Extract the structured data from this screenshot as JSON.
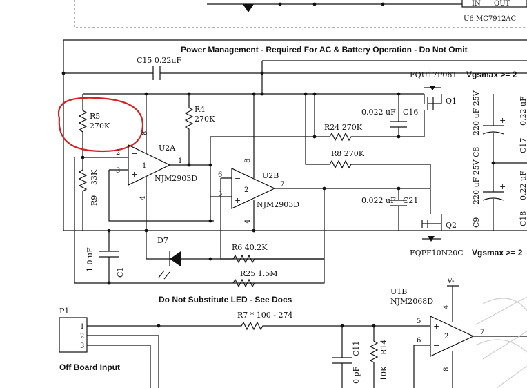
{
  "title": "Power Management - Required For AC & Battery Operation - Do Not Omit",
  "notes": {
    "led_note": "Do Not Substitute LED - See Docs",
    "vgs_top": "Vgsmax >= 2",
    "vgs_bottom": "Vgsmax >= 2",
    "off_board": "Off Board Input"
  },
  "regulator": {
    "ref": "U6  MC7912AC",
    "in": "IN",
    "out": "OUT"
  },
  "components": {
    "c15": "C15  0.22uF",
    "r5": "R5",
    "r5_val": "270K",
    "r4": "R4",
    "r4_val": "270K",
    "u2a": "U2A",
    "u2a_part": "NJM2903D",
    "u2b": "U2B",
    "u2b_part": "NJM2903D",
    "r9": "R9",
    "r9_val": "33K",
    "q1_part": "FQU17P06T",
    "q1": "Q1",
    "q2_part": "FQPF10N20C",
    "q2": "Q2",
    "c16": "C16",
    "c16_val": "0.022 uF",
    "c21": "C21",
    "c21_val": "0.022 uF",
    "r24": "R24  270K",
    "r8": "R8  270K",
    "c8": "C8",
    "c8_val": "220 uF 25V",
    "c9": "C9",
    "c9_val": "220 uF 25V",
    "c17": "C17",
    "c17_val": "0.22 uF",
    "c18": "C18",
    "c18_val": "0.22 uF",
    "d7": "D7",
    "r6": "R6  40.2K",
    "r25": "R25  1.5M",
    "c1": "C1",
    "c1_val": "1.0 uF",
    "u1b": "U1B",
    "u1b_part": "NJM2068D",
    "vminus": "V-",
    "r7": "R7  * 100 - 274",
    "p1": "P1",
    "c11": "C11",
    "c11_val": "0 pF",
    "r14": "R14",
    "r14_val": "10K"
  },
  "pins": {
    "u2a_in_minus": "2",
    "u2a_in_plus": "3",
    "u2a_out": "1",
    "u2a_unit": "1",
    "u2a_vcc": "8",
    "u2a_gnd": "4",
    "u2b_in_minus": "6",
    "u2b_in_plus": "5",
    "u2b_out": "7",
    "u2b_unit": "2",
    "u2b_vcc": "8",
    "u2b_gnd": "4",
    "u1b_in_plus": "5",
    "u1b_in_minus": "6",
    "u1b_out": "7",
    "u1b_unit": "2",
    "u1b_vcc": "4",
    "u1b_gnd": "8",
    "p1_1": "1",
    "p1_2": "2",
    "p1_3": "3"
  },
  "op_signs": {
    "minus": "−",
    "plus": "+"
  },
  "colors": {
    "highlight": "#d42020",
    "line": "#111111",
    "watermark": "#cfcfcf"
  }
}
